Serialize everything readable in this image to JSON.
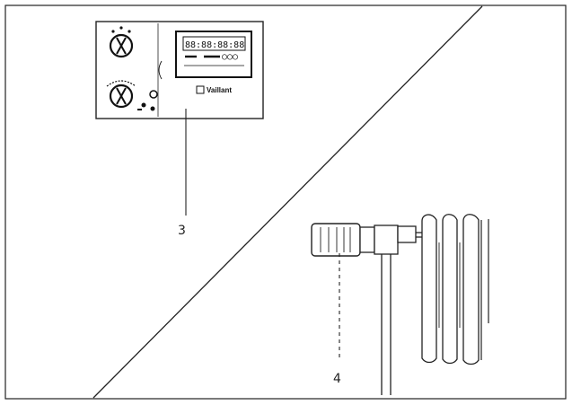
{
  "callouts": {
    "controller": "3",
    "valve": "4"
  },
  "controller": {
    "display_text": "88:88:88:88",
    "brand": "Vaillant",
    "indicator_glyphs": "○○○"
  },
  "colors": {
    "stroke": "#222222",
    "background": "#ffffff"
  }
}
